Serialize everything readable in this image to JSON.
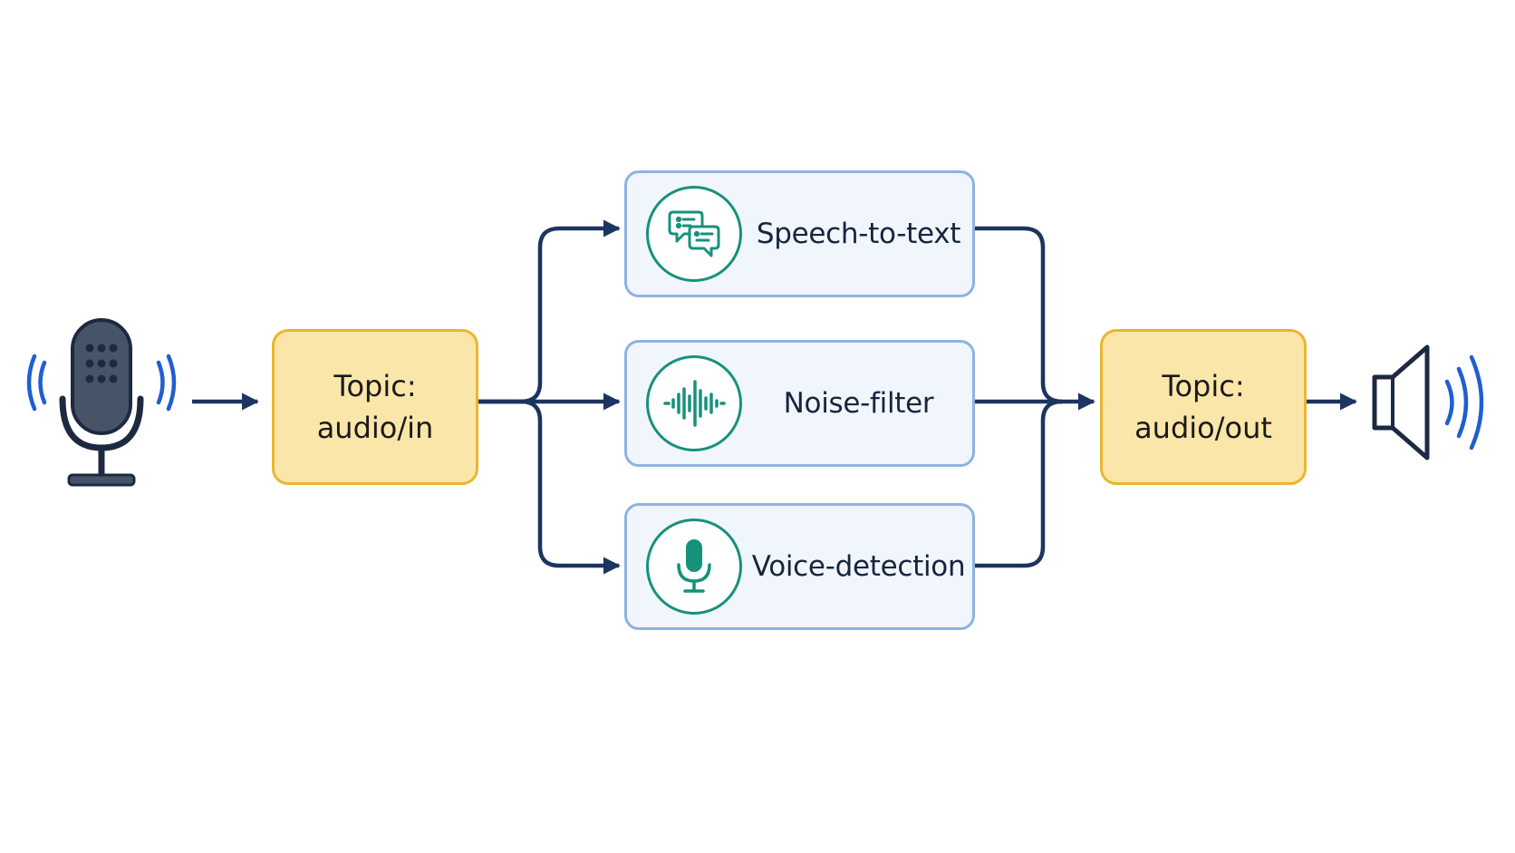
{
  "input_topic": {
    "line1": "Topic:",
    "line2": "audio/in"
  },
  "output_topic": {
    "line1": "Topic:",
    "line2": "audio/out"
  },
  "processors": [
    {
      "label": "Speech-to-text",
      "icon": "chat-bubbles-icon"
    },
    {
      "label": "Noise-filter",
      "icon": "sound-wave-icon"
    },
    {
      "label": "Voice-detection",
      "icon": "microphone-icon"
    }
  ],
  "source_icon": "microphone-icon",
  "sink_icon": "speaker-icon",
  "colors": {
    "topic_fill": "#fbe6a9",
    "topic_border": "#eab631",
    "process_fill": "#f1f6fc",
    "process_border": "#8db3e0",
    "icon_teal": "#17917c",
    "arrow": "#1c3461",
    "sound_waves": "#1f5fcf"
  }
}
